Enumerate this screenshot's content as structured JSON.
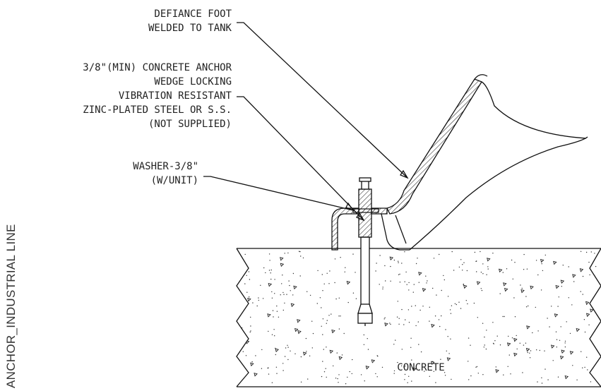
{
  "side_title": "ANCHOR_INDUSTRIAL LINE",
  "callouts": {
    "foot": {
      "line1": "DEFIANCE FOOT",
      "line2": "WELDED TO TANK"
    },
    "anchor": {
      "line1": "3/8\"(MIN) CONCRETE ANCHOR",
      "line2": "WEDGE LOCKING",
      "line3": "VIBRATION RESISTANT",
      "line4": "ZINC-PLATED STEEL OR S.S.",
      "line5": "(NOT SUPPLIED)"
    },
    "washer": {
      "line1": "WASHER-3/8\"",
      "line2": "(W/UNIT)"
    }
  },
  "concrete_label": "CONCRETE"
}
